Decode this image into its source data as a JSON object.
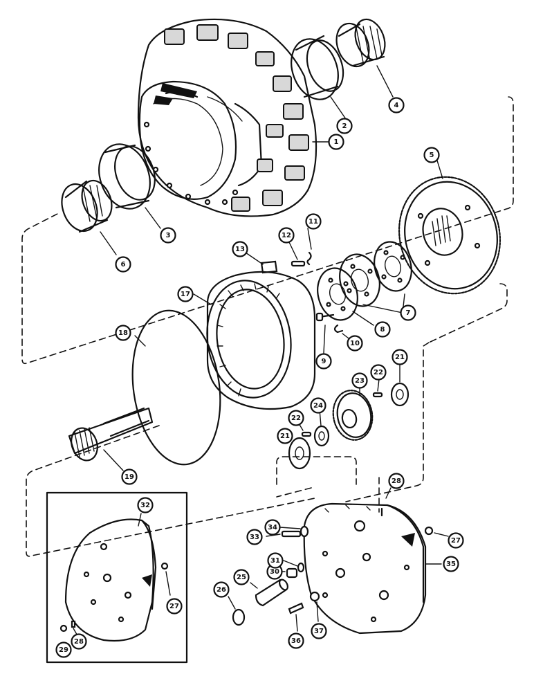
{
  "callouts": [
    {
      "label": "1"
    },
    {
      "label": "2"
    },
    {
      "label": "3"
    },
    {
      "label": "4"
    },
    {
      "label": "5"
    },
    {
      "label": "6"
    },
    {
      "label": "7"
    },
    {
      "label": "8"
    },
    {
      "label": "9"
    },
    {
      "label": "10"
    },
    {
      "label": "11"
    },
    {
      "label": "12"
    },
    {
      "label": "13"
    },
    {
      "label": "17"
    },
    {
      "label": "18"
    },
    {
      "label": "19"
    },
    {
      "label": "21"
    },
    {
      "label": "21"
    },
    {
      "label": "22"
    },
    {
      "label": "22"
    },
    {
      "label": "23"
    },
    {
      "label": "24"
    },
    {
      "label": "25"
    },
    {
      "label": "26"
    },
    {
      "label": "27"
    },
    {
      "label": "27"
    },
    {
      "label": "28"
    },
    {
      "label": "28"
    },
    {
      "label": "29"
    },
    {
      "label": "30"
    },
    {
      "label": "31"
    },
    {
      "label": "32"
    },
    {
      "label": "33"
    },
    {
      "label": "34"
    },
    {
      "label": "35"
    },
    {
      "label": "36"
    },
    {
      "label": "37"
    }
  ]
}
